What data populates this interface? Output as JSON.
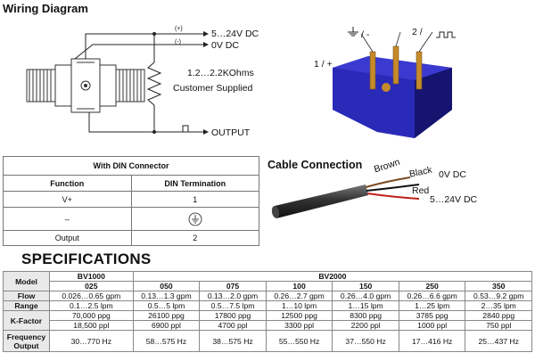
{
  "wiring": {
    "title": "Wiring Diagram",
    "plus_mark": "(+)",
    "minus_mark": "(-)",
    "supply_label": "5…24V DC",
    "ground_label": "0V DC",
    "resistor_value": "1.2…2.2KOhms",
    "resistor_note": "Customer Supplied",
    "output_label": "OUTPUT"
  },
  "connector": {
    "pin_ground_label": "/ -",
    "pin_signal_label": "2 /",
    "pin_power_label": "1 / +"
  },
  "din_table": {
    "title": "With DIN Connector",
    "headers": [
      "Function",
      "DIN Termination"
    ],
    "rows": [
      {
        "function": "V+",
        "termination": "1"
      },
      {
        "function": "–",
        "termination": ""
      },
      {
        "function": "Output",
        "termination": "2"
      }
    ]
  },
  "cable": {
    "title": "Cable Connection",
    "wires": [
      {
        "color_name": "Brown",
        "signal": "",
        "color": "#7a4a1e"
      },
      {
        "color_name": "Black",
        "signal": "0V DC",
        "color": "#111111"
      },
      {
        "color_name": "Red",
        "signal": "5…24V DC",
        "color": "#c0201a"
      }
    ]
  },
  "specs": {
    "title": "SPECIFICATIONS",
    "model_label": "Model",
    "family_1": "BV1000",
    "family_2": "BV2000",
    "models": [
      "025",
      "050",
      "075",
      "100",
      "150",
      "250",
      "350"
    ],
    "rows": [
      {
        "label_1": "Flow",
        "label_2": "Range",
        "values_1": [
          "0.026…0.65 gpm",
          "0.13…1.3 gpm",
          "0.13…2.0 gpm",
          "0.26…2.7 gpm",
          "0.26…4.0 gpm",
          "0.26…6.6 gpm",
          "0.53…9.2 gpm"
        ],
        "values_2": [
          "0.1…2.5 lpm",
          "0.5…5 lpm",
          "0.5…7.5 lpm",
          "1…10 lpm",
          "1…15 lpm",
          "1…25 lpm",
          "2…35 lpm"
        ]
      },
      {
        "label_1": "K-Factor",
        "label_2": "",
        "values_1": [
          "70,000 ppg",
          "26100 ppg",
          "17800 ppg",
          "12500 ppg",
          "8300 ppg",
          "3785 ppg",
          "2840 ppg"
        ],
        "values_2": [
          "18,500 ppl",
          "6900 ppl",
          "4700 ppl",
          "3300 ppl",
          "2200 ppl",
          "1000 ppl",
          "750 ppl"
        ]
      },
      {
        "label_1": "Frequency",
        "label_2": "Output",
        "values_1": [
          "30…770 Hz",
          "58…575 Hz",
          "38…575 Hz",
          "55…550 Hz",
          "37…550 Hz",
          "17…416 Hz",
          "25…437 Hz"
        ],
        "values_2": []
      }
    ]
  }
}
